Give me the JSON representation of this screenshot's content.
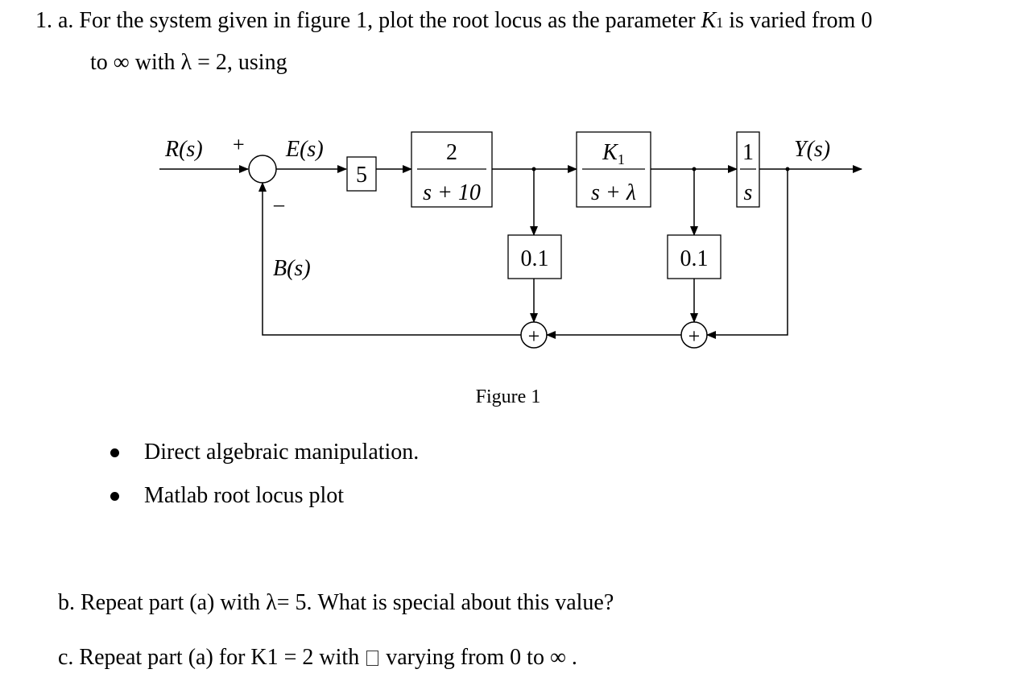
{
  "problem": {
    "part_a_line1_prefix": "1. a. For the system given in figure 1, plot the root locus as the parameter ",
    "part_a_param": "K",
    "part_a_param_sub": "1",
    "part_a_line1_suffix": " is varied from 0",
    "part_a_line2": "to ∞ with λ = 2, using",
    "bullets": [
      "Direct algebraic manipulation.",
      "Matlab root locus plot"
    ],
    "part_b": "b. Repeat part (a) with λ= 5. What is special about this value?",
    "part_c_prefix": "c. Repeat part (a) for K1 = 2 with ",
    "part_c_suffix": " varying from 0 to ∞ ."
  },
  "diagram": {
    "input_label": "R(s)",
    "plus_sign": "+",
    "minus_sign": "–",
    "error_label": "E(s)",
    "feedback_label": "B(s)",
    "output_label": "Y(s)",
    "gain_block": "5",
    "block1": {
      "num": "2",
      "den": "s + 10"
    },
    "block2": {
      "num": "K",
      "num_sub": "1",
      "den": "s + λ"
    },
    "block3": {
      "num": "1",
      "den": "s"
    },
    "sensor1": "0.1",
    "sensor2": "0.1",
    "sum_plus_1": "+",
    "sum_plus_2": "+",
    "caption": "Figure 1"
  }
}
